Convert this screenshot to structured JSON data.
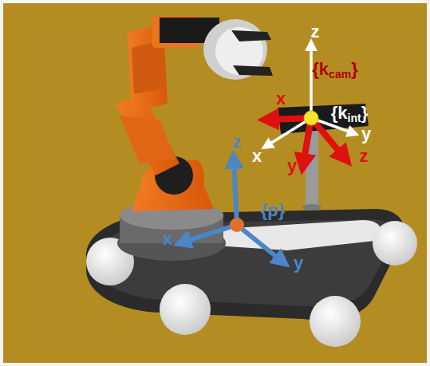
{
  "diagram": {
    "labels": [
      "z",
      "{kcam}",
      "x",
      "{kint}",
      "y",
      "x",
      "y",
      "z",
      "z",
      "{p}",
      "x",
      "y"
    ]
  }
}
